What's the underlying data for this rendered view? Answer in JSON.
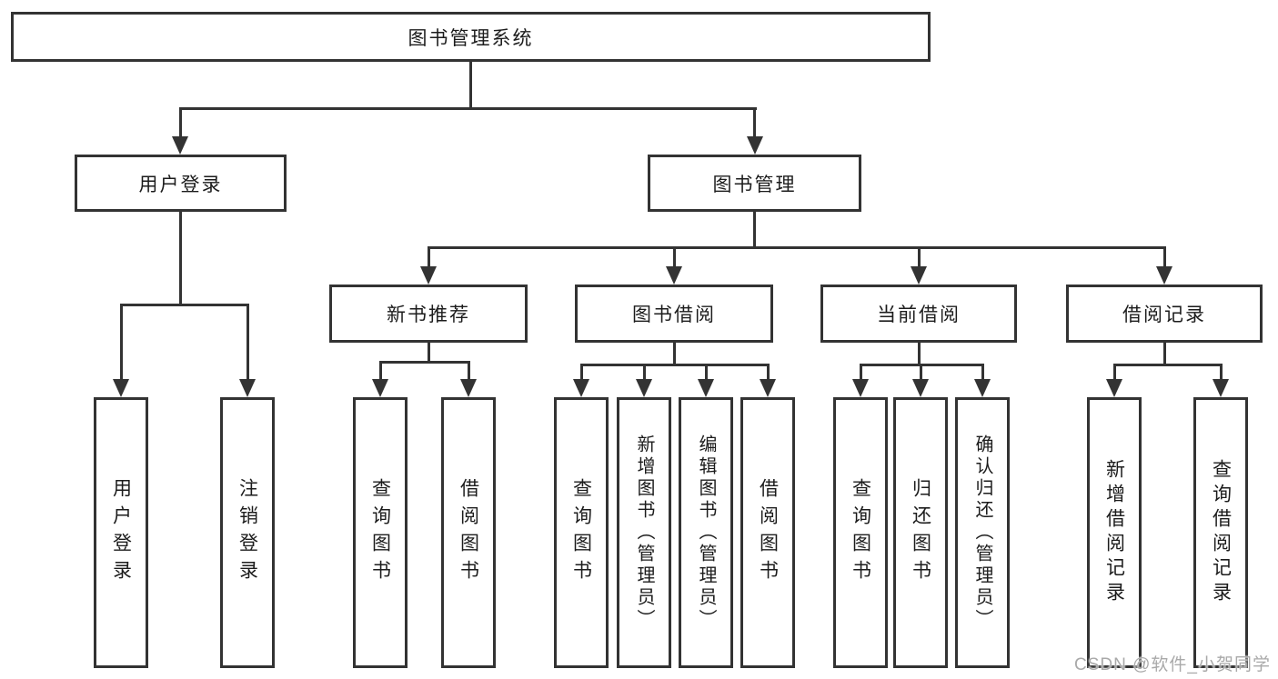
{
  "diagram": {
    "title": "图书管理系统",
    "root": {
      "label": "图书管理系统"
    },
    "level2": [
      {
        "id": "user-login",
        "label": "用户登录"
      },
      {
        "id": "book-management",
        "label": "图书管理"
      }
    ],
    "level3": [
      {
        "id": "new-book-recommend",
        "label": "新书推荐",
        "parent": "图书管理"
      },
      {
        "id": "book-borrowing",
        "label": "图书借阅",
        "parent": "图书管理"
      },
      {
        "id": "current-borrowing",
        "label": "当前借阅",
        "parent": "图书管理"
      },
      {
        "id": "borrowing-records",
        "label": "借阅记录",
        "parent": "图书管理"
      }
    ],
    "leaves": [
      {
        "id": "user-login",
        "label": "用户登录",
        "parent": "用户登录"
      },
      {
        "id": "logout",
        "label": "注销登录",
        "parent": "用户登录"
      },
      {
        "id": "query-books-1",
        "label": "查询图书",
        "parent": "新书推荐"
      },
      {
        "id": "borrow-books-1",
        "label": "借阅图书",
        "parent": "新书推荐"
      },
      {
        "id": "query-books-2",
        "label": "查询图书",
        "parent": "图书借阅"
      },
      {
        "id": "add-books-admin",
        "label": "新增图书（管理员）",
        "parent": "图书借阅"
      },
      {
        "id": "edit-books-admin",
        "label": "编辑图书（管理员）",
        "parent": "图书借阅"
      },
      {
        "id": "borrow-books-2",
        "label": "借阅图书",
        "parent": "图书借阅"
      },
      {
        "id": "query-books-3",
        "label": "查询图书",
        "parent": "当前借阅"
      },
      {
        "id": "return-books",
        "label": "归还图书",
        "parent": "当前借阅"
      },
      {
        "id": "confirm-return-admin",
        "label": "确认归还（管理员）",
        "parent": "当前借阅"
      },
      {
        "id": "add-borrow-record",
        "label": "新增借阅记录",
        "parent": "借阅记录"
      },
      {
        "id": "query-borrow-record",
        "label": "查询借阅记录",
        "parent": "借阅记录"
      }
    ]
  },
  "watermark": "CSDN @软件_小贺同学",
  "colors": {
    "line": "#333333",
    "text": "#1c1c1c",
    "background": "#ffffff",
    "watermark": "#a9a9a9"
  }
}
